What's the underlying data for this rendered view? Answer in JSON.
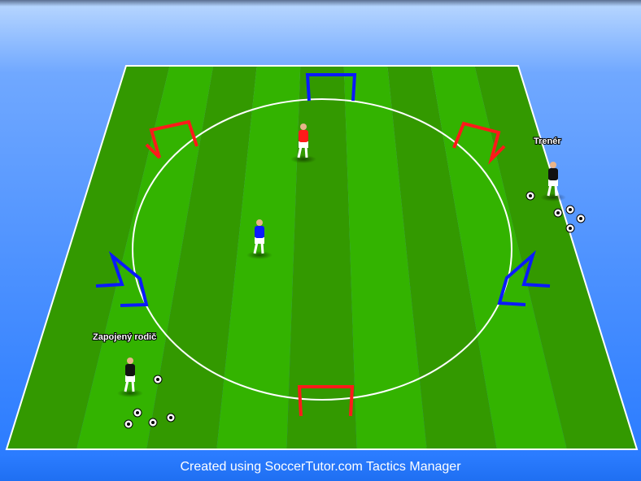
{
  "diagram": {
    "labels": {
      "coach": "Trenér",
      "parent": "Zapojený rodič"
    },
    "colors": {
      "pitch_dark": "#339900",
      "pitch_light": "#33b300",
      "team_red": "#ff1a1a",
      "team_blue": "#0a1aff",
      "coach": "#111111"
    },
    "stripes": 9
  },
  "footer": {
    "text": "Created using SoccerTutor.com Tactics Manager"
  }
}
